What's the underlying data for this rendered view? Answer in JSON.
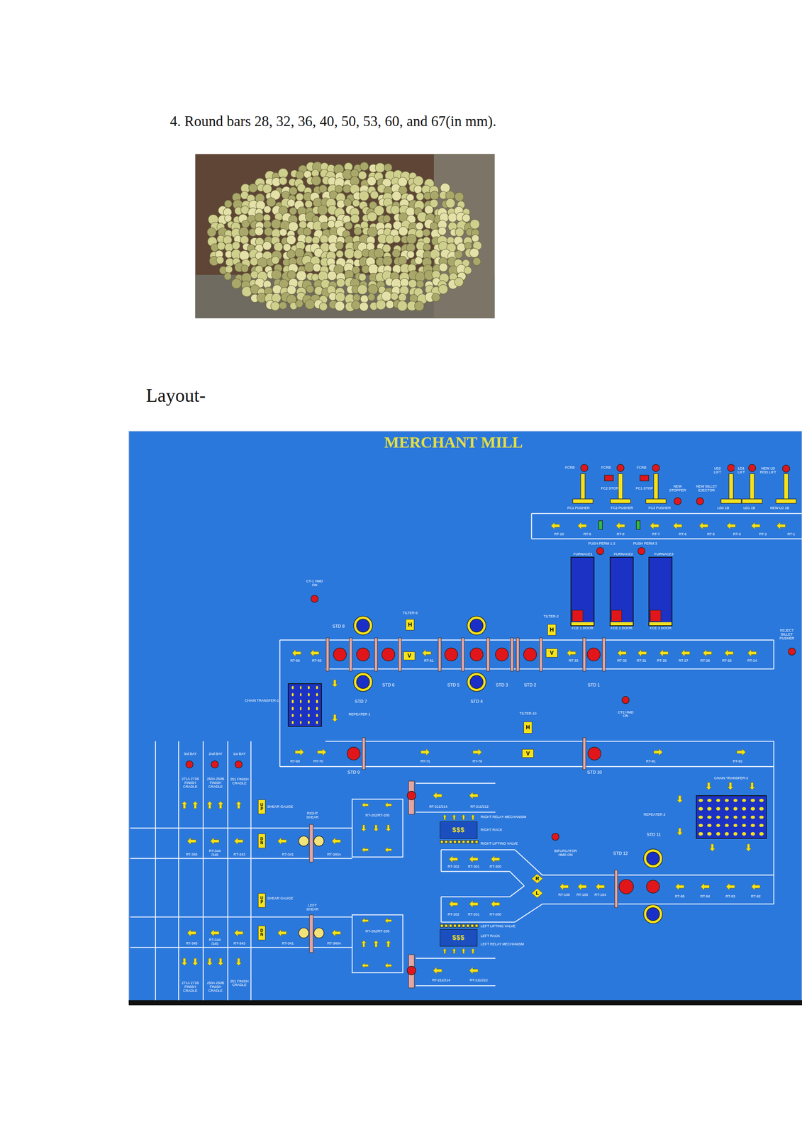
{
  "diagram": {
    "title": "MERCHANT MILL",
    "nodes": [
      {
        "text": [
          "FCE 1 DOOR"
        ]
      },
      {
        "text": [
          "FCE 2 DOOR"
        ]
      },
      {
        "text": [
          "FCE 3 DOOR"
        ]
      },
      {
        "text": [
          "H"
        ]
      },
      {
        "text": [
          "H"
        ]
      },
      {
        "text": [
          "V"
        ]
      },
      {
        "text": [
          "V"
        ]
      },
      {
        "text": [
          "CHAIN TRANSFER-1"
        ]
      },
      {
        "text": [
          "H"
        ]
      },
      {
        "text": [
          "V"
        ]
      },
      {
        "text": [
          "CHAIN TRANSFER-2"
        ]
      },
      {
        "text": [
          "UP"
        ]
      },
      {
        "text": [
          "DN"
        ]
      },
      {
        "text": [
          "$$$"
        ]
      },
      {
        "text": [
          "R"
        ]
      },
      {
        "text": [
          "L"
        ]
      },
      {
        "text": [
          "$$$"
        ]
      },
      {
        "text": [
          "UP"
        ]
      },
      {
        "text": [
          "DN"
        ]
      }
    ],
    "labels": [
      "4. Round bars 28, 32, 36, 40, 50, 53, 60, and 67(in mm).",
      "Layout-",
      "FCRB",
      "FCRB",
      "FCRB",
      "LD2 LIFT",
      "LD1 LIFT",
      "NEW LD ROD LIFT",
      "FC2 STOP",
      "FC1 STOP",
      "NEW STOPPER",
      "NEW BILLET EJECTOR",
      "FC1 PUSHER",
      "FC2 PUSHER",
      "FC3 PUSHER",
      "LD2 1B",
      "LD1 1B",
      "NEW LD 1B",
      "RT-10",
      "RT-9",
      "RT-8",
      "RT-7",
      "RT-6",
      "RT-5",
      "RT-3",
      "RT-2",
      "RT-1",
      "PUSH PERM 1-2",
      "PUSH PERM 3",
      "FURNACE1",
      "FURNACE2",
      "FURNACE3",
      "REJECT BILLET PUSHER",
      "CT-1 HMD ON",
      "TILTER-6",
      "TILTER-2",
      "STD 8",
      "RT-66",
      "RT-65",
      "RT-61",
      "RT-33",
      "RT-32",
      "RT-31",
      "RT-28",
      "RT-27",
      "RT-26",
      "RT-25",
      "RT-24",
      "STD 6",
      "STD 5",
      "STD 3",
      "STD 2",
      "STD 1",
      "STD 7",
      "STD 4",
      "REPEATER 1",
      "TILTER-10",
      "CT2 HMD ON",
      "3rd BAY",
      "2nd BAY",
      "1st BAY",
      "RT-69",
      "RT-70",
      "RT-71",
      "RT-76",
      "RT-81",
      "RT-82",
      "STD 9",
      "STD 10",
      "271A 271B FINISH CRADLE",
      "250A 250B FINISH CRADLE",
      "251 FINISH CRADLE",
      "SHEAR GAUGE",
      "RIGHT SHEAR",
      "RT-211/214",
      "RT-211/212",
      "RIGHT RELAY MECHANISM",
      "RIGHT RACK",
      "REPEATER 2",
      "STD 11",
      "RIGHT LIFTING VALVE",
      "BIFURCATOR HMD ON",
      "STD 12",
      "RT-202/RT-205",
      "RT-345",
      "RT-344 /345",
      "RT-343",
      "RT-341",
      "RT-340A",
      "RT-302",
      "RT-301",
      "RT-300",
      "RT-106",
      "RT-105",
      "RT-104",
      "RT-95",
      "RT-94",
      "RT-93",
      "RT-92",
      "SHEAR GAUGE",
      "LEFT SHEAR",
      "RT-202/RT-205",
      "RT-202",
      "RT-201",
      "RT-200",
      "LEFT LIFTING VALVE",
      "LEFT RACK",
      "LEFT RELAY MECHANISM",
      "RT-345",
      "RT-344 /345",
      "RT-343",
      "RT-341",
      "RT-340A",
      "RT-211/214",
      "RT-211/212",
      "271A 271B FINISH CRADLE",
      "250A 250B FINISH CRADLE",
      "251 FINISH CRADLE"
    ]
  }
}
